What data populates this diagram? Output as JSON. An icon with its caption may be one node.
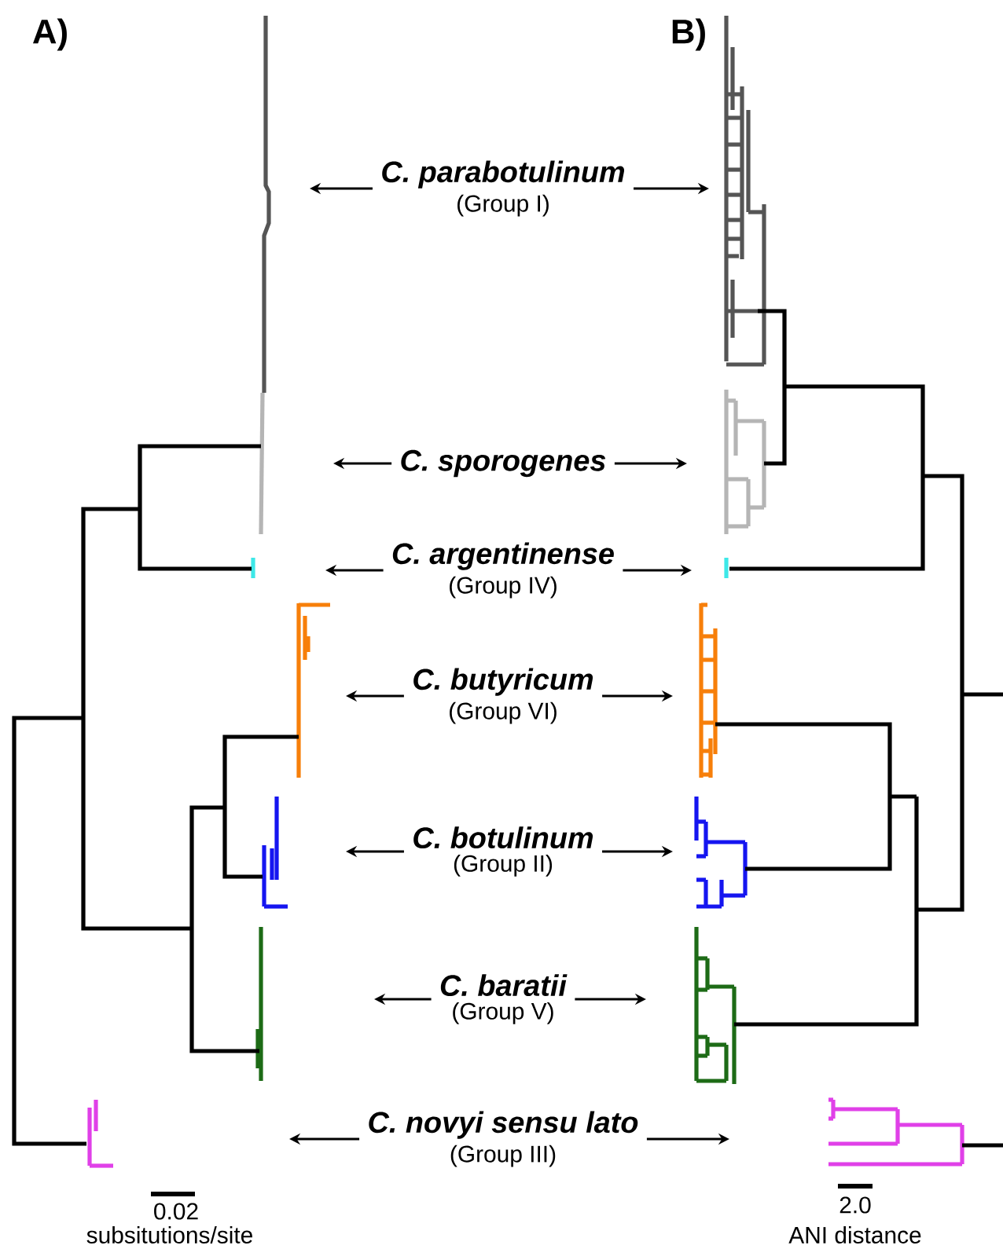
{
  "diagram": {
    "nodes": [
      {
        "text": [
          "C. parabotulinum",
          "(Group I)"
        ]
      },
      {
        "text": [
          "C. sporogenes"
        ]
      },
      {
        "text": [
          "C. argentinense",
          "(Group IV)"
        ]
      },
      {
        "text": [
          "C. butyricum",
          "(Group VI)"
        ]
      },
      {
        "text": [
          "C. botulinum",
          "(Group II)"
        ]
      },
      {
        "text": [
          "C. baratii",
          "(Group V)"
        ]
      },
      {
        "text": [
          "C. novyi sensu lato",
          "(Group III)"
        ]
      }
    ],
    "edges": [
      {
        "from": 0,
        "to": null,
        "arrow": "to"
      },
      {
        "from": 0,
        "to": null,
        "arrow": "to"
      },
      {
        "from": 1,
        "to": null,
        "arrow": "to"
      },
      {
        "from": 1,
        "to": null,
        "arrow": "to"
      },
      {
        "from": 2,
        "to": null,
        "arrow": "to"
      },
      {
        "from": 2,
        "to": null,
        "arrow": "to"
      },
      {
        "from": 3,
        "to": null,
        "arrow": "to"
      },
      {
        "from": 3,
        "to": null,
        "arrow": "to"
      },
      {
        "from": 4,
        "to": null,
        "arrow": "to"
      },
      {
        "from": 4,
        "to": null,
        "arrow": "to"
      },
      {
        "from": 5,
        "to": null,
        "arrow": "to"
      },
      {
        "from": 5,
        "to": null,
        "arrow": "to"
      },
      {
        "from": 6,
        "to": null,
        "arrow": "to"
      },
      {
        "from": 6,
        "to": null,
        "arrow": "to"
      }
    ],
    "labels": [
      "A)",
      "B)",
      "0.02",
      "subsitutions/site",
      "2.0",
      "ANI distance"
    ]
  }
}
